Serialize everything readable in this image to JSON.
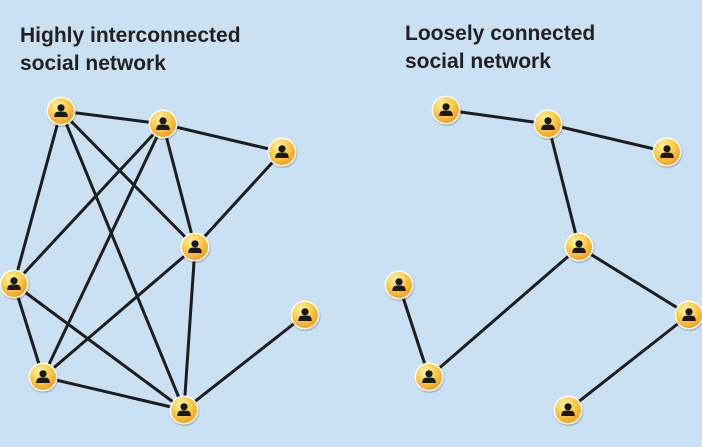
{
  "panels": [
    {
      "title_lines": [
        "Highly interconnected",
        "social network"
      ],
      "nodes": [
        "a",
        "b",
        "c",
        "d",
        "e",
        "f",
        "g",
        "h"
      ],
      "edges": [
        [
          "a",
          "b"
        ],
        [
          "a",
          "e"
        ],
        [
          "a",
          "d"
        ],
        [
          "a",
          "h"
        ],
        [
          "b",
          "c"
        ],
        [
          "b",
          "d"
        ],
        [
          "b",
          "e"
        ],
        [
          "b",
          "g"
        ],
        [
          "c",
          "d"
        ],
        [
          "d",
          "g"
        ],
        [
          "d",
          "h"
        ],
        [
          "e",
          "g"
        ],
        [
          "e",
          "h"
        ],
        [
          "f",
          "h"
        ],
        [
          "g",
          "h"
        ]
      ]
    },
    {
      "title_lines": [
        "Loosely connected",
        "social network"
      ],
      "nodes": [
        "i",
        "j",
        "k",
        "l",
        "m",
        "n",
        "o",
        "p"
      ],
      "edges": [
        [
          "i",
          "j"
        ],
        [
          "j",
          "k"
        ],
        [
          "j",
          "l"
        ],
        [
          "l",
          "n"
        ],
        [
          "l",
          "o"
        ],
        [
          "m",
          "n"
        ],
        [
          "o",
          "p"
        ]
      ]
    }
  ],
  "colors": {
    "background": "#c9e1f2",
    "node_fill_light": "#ffe27a",
    "node_fill_dark": "#f7a928",
    "node_ring": "#ffffff",
    "person_icon": "#1a1a1a",
    "edge": "#1e1c1d"
  },
  "icon": "person-icon"
}
